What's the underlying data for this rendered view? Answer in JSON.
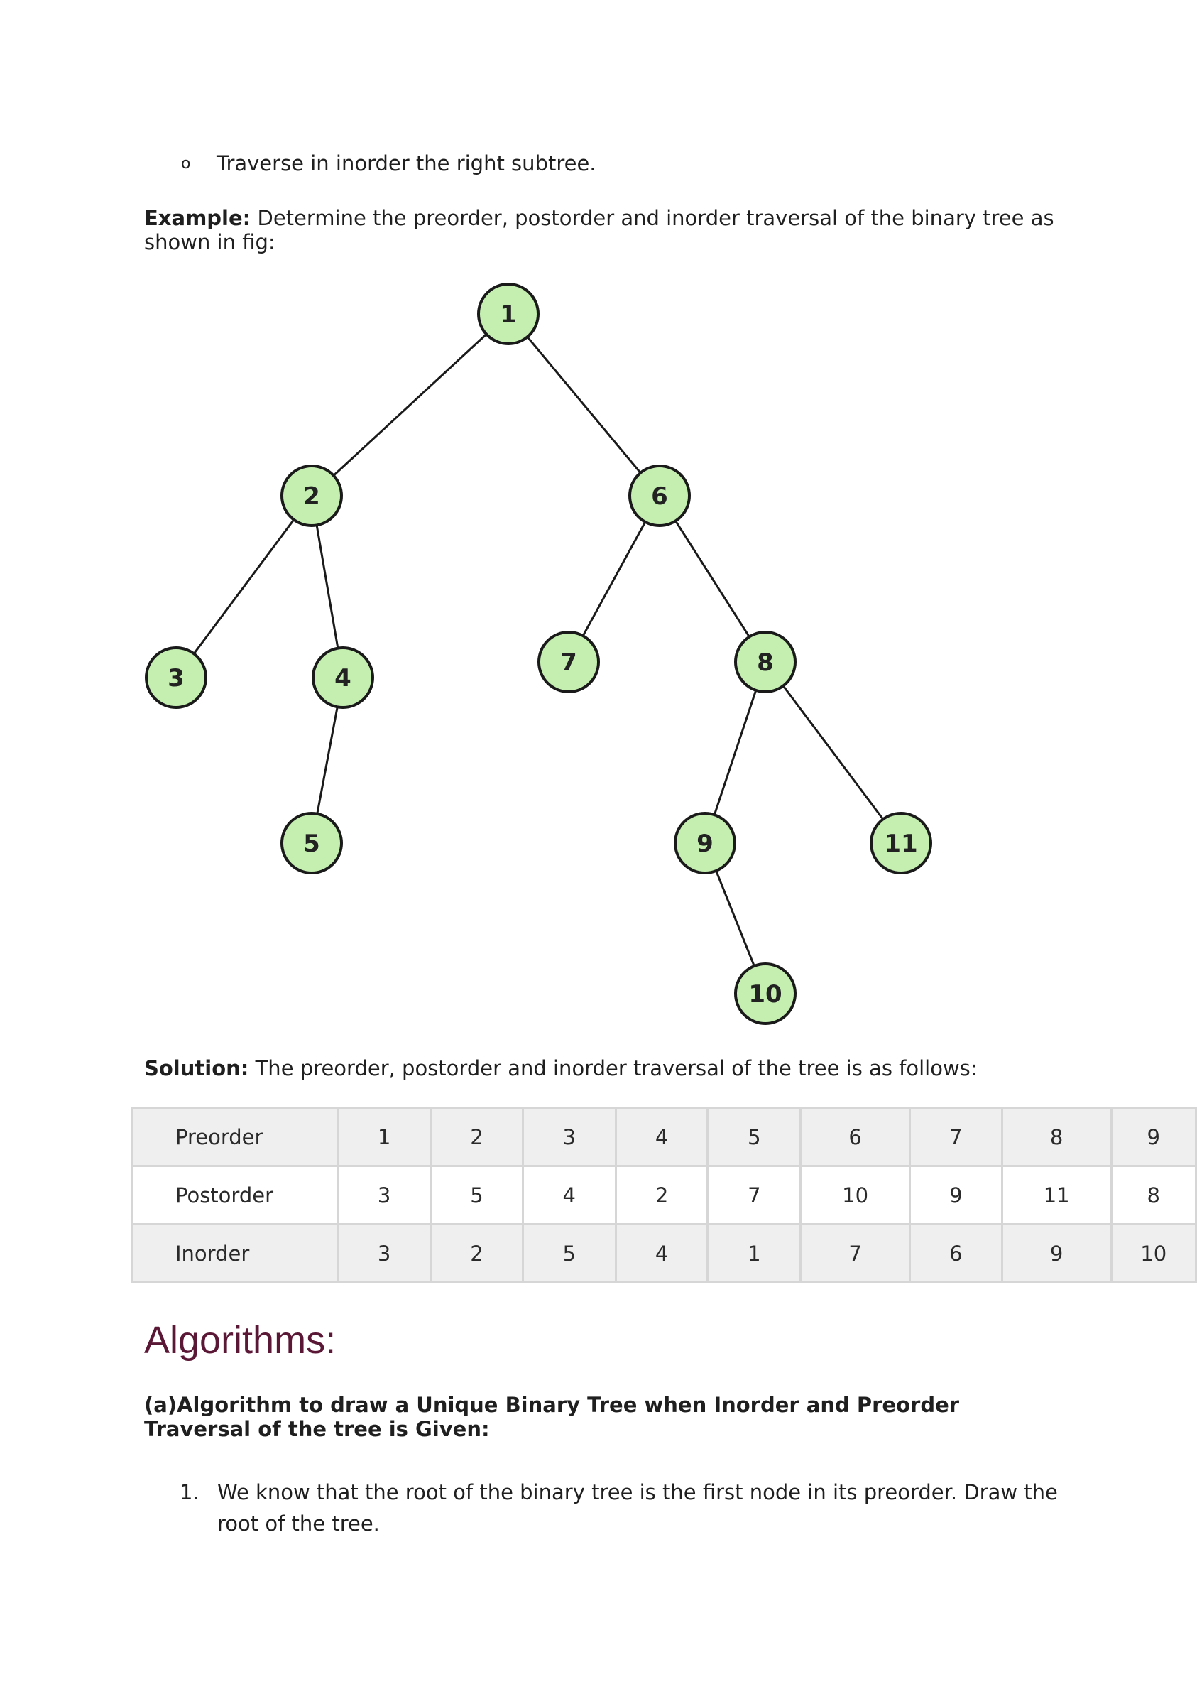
{
  "bullet": {
    "marker": "o",
    "text": "Traverse in inorder the right subtree."
  },
  "example": {
    "label": "Example:",
    "text": " Determine the preorder, postorder and inorder traversal of the binary tree as shown in fig:"
  },
  "tree": {
    "nodes": [
      {
        "id": "1"
      },
      {
        "id": "2"
      },
      {
        "id": "6"
      },
      {
        "id": "3"
      },
      {
        "id": "4"
      },
      {
        "id": "7"
      },
      {
        "id": "8"
      },
      {
        "id": "5"
      },
      {
        "id": "9"
      },
      {
        "id": "11"
      },
      {
        "id": "10"
      }
    ],
    "edges": [
      [
        "1",
        "2"
      ],
      [
        "1",
        "6"
      ],
      [
        "2",
        "3"
      ],
      [
        "2",
        "4"
      ],
      [
        "4",
        "5"
      ],
      [
        "6",
        "7"
      ],
      [
        "6",
        "8"
      ],
      [
        "8",
        "9"
      ],
      [
        "8",
        "11"
      ],
      [
        "9",
        "10"
      ]
    ]
  },
  "solution": {
    "label": "Solution:",
    "text": " The preorder, postorder and inorder traversal of the tree is as follows:"
  },
  "table": {
    "rows": [
      {
        "label": "Preorder",
        "values": [
          "1",
          "2",
          "3",
          "4",
          "5",
          "6",
          "7",
          "8",
          "9"
        ]
      },
      {
        "label": "Postorder",
        "values": [
          "3",
          "5",
          "4",
          "2",
          "7",
          "10",
          "9",
          "11",
          "8"
        ]
      },
      {
        "label": "Inorder",
        "values": [
          "3",
          "2",
          "5",
          "4",
          "1",
          "7",
          "6",
          "9",
          "10"
        ]
      }
    ]
  },
  "algorithms": {
    "heading": "Algorithms:",
    "subheading": "(a)Algorithm to draw a Unique Binary Tree when Inorder and Preorder Traversal of the tree is Given:",
    "steps": [
      {
        "num": "1.",
        "text": "We know that the root of the binary tree is the first node in its preorder. Draw the root of the tree."
      }
    ]
  },
  "colors": {
    "node_fill": "#c4efb1",
    "heading": "#5b1836",
    "table_shade": "#efefef"
  }
}
